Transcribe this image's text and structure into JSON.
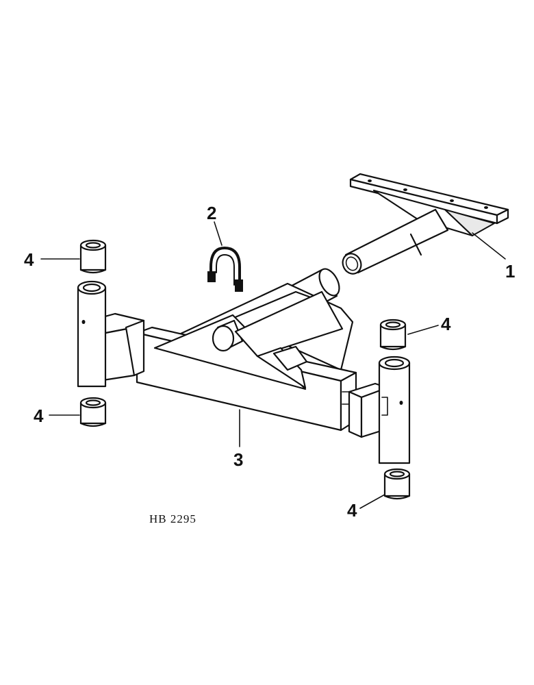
{
  "figure_id": "HB 2295",
  "callouts": {
    "part_1": "1",
    "part_2": "2",
    "part_3": "3",
    "part_4_upper_left": "4",
    "part_4_lower_left": "4",
    "part_4_upper_right": "4",
    "part_4_lower_right": "4"
  }
}
